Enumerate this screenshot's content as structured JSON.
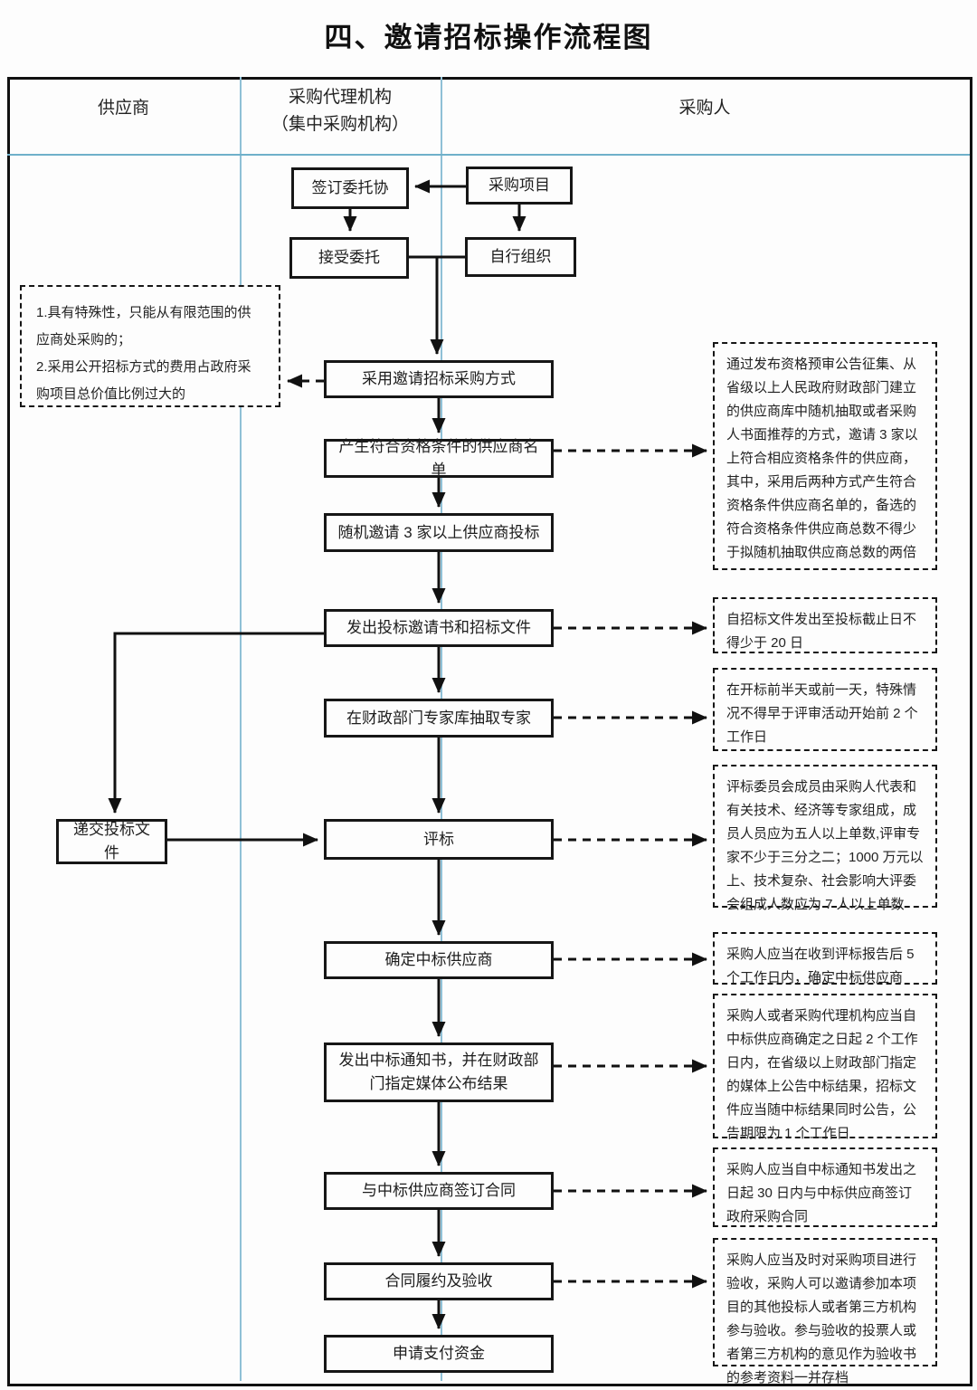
{
  "title": "四、邀请招标操作流程图",
  "header": {
    "col_supplier": "供应商",
    "col_agency_line1": "采购代理机构",
    "col_agency_line2": "（集中采购机构）",
    "col_purchaser": "采购人"
  },
  "nodes": {
    "sign_agreement": "签订委托协",
    "procurement_project": "采购项目",
    "accept_entrustment": "接受委托",
    "self_organize": "自行组织",
    "adopt_method": "采用邀请招标采购方式",
    "generate_list": "产生符合资格条件的供应商名单",
    "random_invite": "随机邀请 3 家以上供应商投标",
    "issue_invitation": "发出投标邀请书和招标文件",
    "draw_experts": "在财政部门专家库抽取专家",
    "submit_bid": "递交投标文件",
    "evaluation": "评标",
    "determine_winner": "确定中标供应商",
    "issue_notice": "发出中标通知书，并在财政部门指定媒体公布结果",
    "sign_contract": "与中标供应商签订合同",
    "fulfill_acceptance": "合同履约及验收",
    "apply_payment": "申请支付资金"
  },
  "annotations": {
    "left_special_item1": "1.具有特殊性，只能从有限范围的供应商处采购的；",
    "left_special_item2": "2.采用公开招标方式的费用占政府采购项目总价值比例过大的",
    "supplier_pool": "通过发布资格预审公告征集、从省级以上人民政府财政部门建立的供应商库中随机抽取或者采购人书面推荐的方式，邀请 3 家以上符合相应资格条件的供应商，其中，采用后两种方式产生符合资格条件供应商名单的，备选的符合资格条件供应商总数不得少于拟随机抽取供应商总数的两倍",
    "deadline_20_days": "自招标文件发出至投标截止日不得少于 20 日",
    "expert_draw_time": "在开标前半天或前一天，特殊情况不得早于评审活动开始前 2 个工作日",
    "committee": "评标委员会成员由采购人代表和有关技术、经济等专家组成，成员人员应为五人以上单数,评审专家不少于三分之二；1000 万元以上、技术复杂、社会影响大评委会组成人数应为 7 人以上单数",
    "determine_5_days": "采购人应当在收到评标报告后 5 个工作日内，确定中标供应商",
    "announce_result": "采购人或者采购代理机构应当自中标供应商确定之日起 2 个工作日内，在省级以上财政部门指定的媒体上公告中标结果，招标文件应当随中标结果同时公告，公告期限为 1 个工作日",
    "sign_30_days": "采购人应当自中标通知书发出之日起 30 日内与中标供应商签订政府采购合同",
    "acceptance_note": "采购人应当及时对采购项目进行验收，采购人可以邀请参加本项目的其他投标人或者第三方机构参与验收。参与验收的投票人或者第三方机构的意见作为验收书的参考资料一并存档"
  },
  "colors": {
    "grid_line": "#8fc0d6",
    "header_separator": "#6fb0ca",
    "box_border": "#161616",
    "text": "#2b2b2b"
  }
}
